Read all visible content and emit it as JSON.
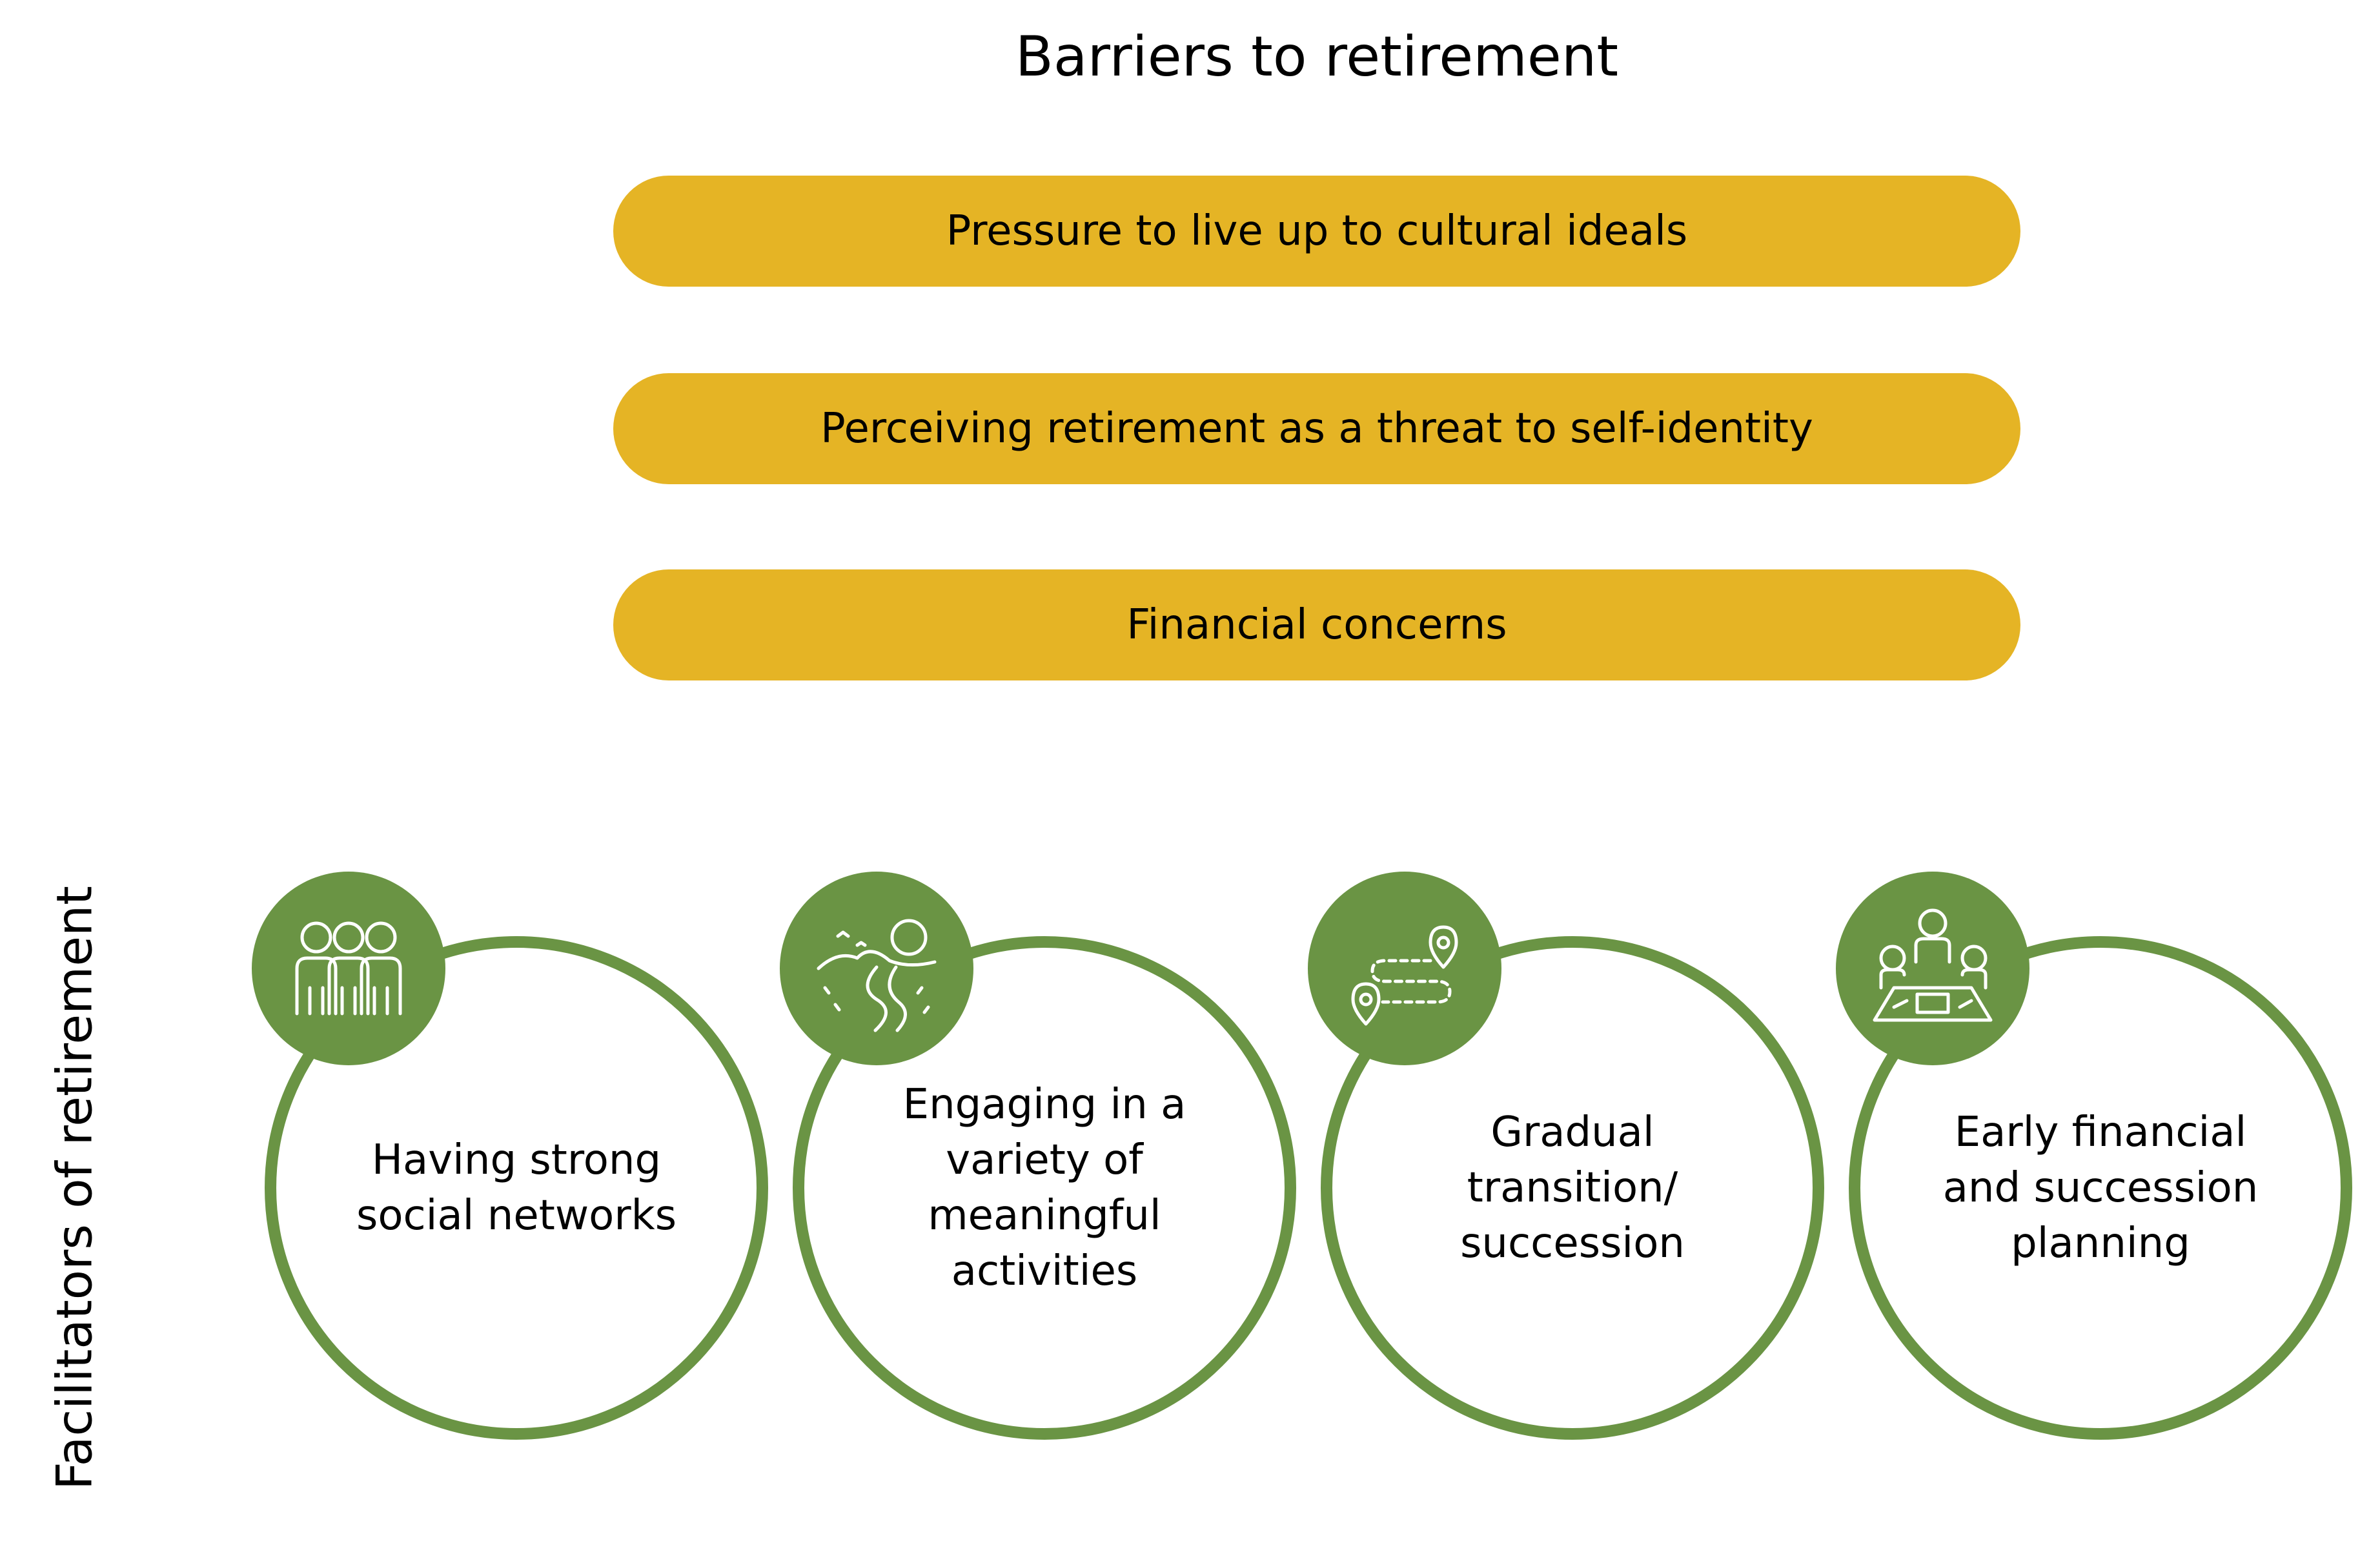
{
  "title": "Barriers to retirement",
  "barriers": [
    "Pressure to live up to cultural ideals",
    "Perceiving retirement as a threat to self-identity",
    "Financial concerns"
  ],
  "side_label": "Facilitators of retirement",
  "facilitators": [
    {
      "label": "Having strong\nsocial networks",
      "icon": "people-group-icon"
    },
    {
      "label": "Engaging in a\nvariety of\nmeaningful\nactivities",
      "icon": "landscape-path-icon"
    },
    {
      "label": "Gradual\ntransition/\nsuccession",
      "icon": "route-pins-icon"
    },
    {
      "label": "Early financial\nand succession\nplanning",
      "icon": "meeting-table-icon"
    }
  ],
  "colors": {
    "barrier": "#E5B425",
    "facilitator": "#6A9444",
    "text": "#000000"
  }
}
